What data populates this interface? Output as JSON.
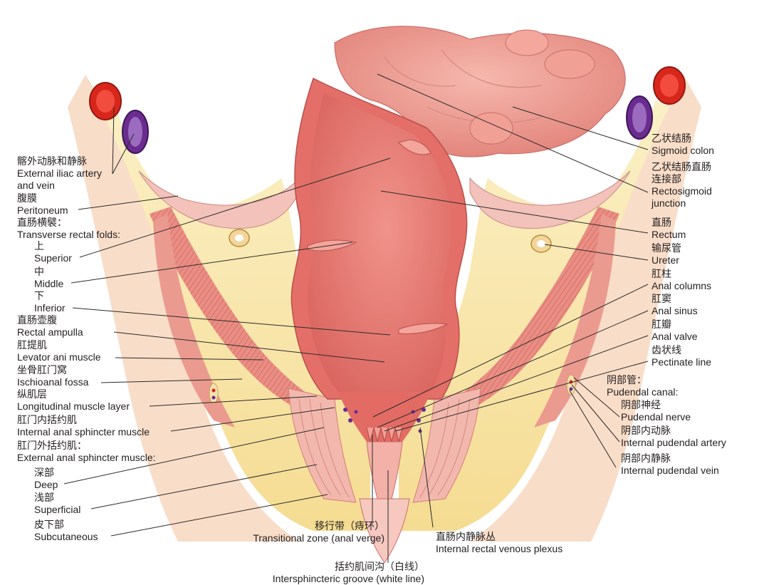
{
  "colors": {
    "tissue": "#e8847f",
    "tissue_dark": "#d9655f",
    "tissue_light": "#f4b1a6",
    "fat": "#f7e6a8",
    "fat_light": "#fbf1c9",
    "artery": "#d9261c",
    "vein": "#6a2c8e",
    "leader": "#2b2b2b"
  },
  "labels": {
    "l01": {
      "zh": "髂外动脉和静脉",
      "en": "External iliac artery",
      "en2": "and vein"
    },
    "l02": {
      "zh": "腹膜",
      "en": "Peritoneum"
    },
    "l03": {
      "zh": "直肠横襞：",
      "en": "Transverse rectal folds:"
    },
    "l04": {
      "zh": "上",
      "en": "Superior"
    },
    "l05": {
      "zh": "中",
      "en": "Middle"
    },
    "l06": {
      "zh": "下",
      "en": "Inferior"
    },
    "l07": {
      "zh": "直肠壶腹",
      "en": "Rectal ampulla"
    },
    "l08": {
      "zh": "肛提肌",
      "en": "Levator ani muscle"
    },
    "l09": {
      "zh": "坐骨肛门窝",
      "en": "Ischioanal fossa"
    },
    "l10": {
      "zh": "纵肌层",
      "en": "Longitudinal muscle layer"
    },
    "l11": {
      "zh": "肛门内括约肌",
      "en": "Internal anal sphincter muscle"
    },
    "l12": {
      "zh": "肛门外括约肌：",
      "en": "External anal sphincter muscle:"
    },
    "l13": {
      "zh": "深部",
      "en": "Deep"
    },
    "l14": {
      "zh": "浅部",
      "en": "Superficial"
    },
    "l15": {
      "zh": "皮下部",
      "en": "Subcutaneous"
    },
    "r01": {
      "zh": "乙状结肠",
      "en": "Sigmoid colon"
    },
    "r02": {
      "zh": "乙状结肠直肠",
      "zh2": "连接部",
      "en": "Rectosigmoid",
      "en2": "junction"
    },
    "r03": {
      "zh": "直肠",
      "en": "Rectum"
    },
    "r04": {
      "zh": "输尿管",
      "en": "Ureter"
    },
    "r05": {
      "zh": "肛柱",
      "en": "Anal columns"
    },
    "r06": {
      "zh": "肛窦",
      "en": "Anal sinus"
    },
    "r07": {
      "zh": "肛瓣",
      "en": "Anal valve"
    },
    "r08": {
      "zh": "齿状线",
      "en": "Pectinate line"
    },
    "r09": {
      "zh": "阴部管：",
      "en": "Pudendal canal:"
    },
    "r10": {
      "zh": "阴部神经",
      "en": "Pudendal nerve"
    },
    "r11": {
      "zh": "阴部内动脉",
      "en": "Internal pudendal artery"
    },
    "r12": {
      "zh": "阴部内静脉",
      "en": "Internal pudendal vein"
    },
    "b01": {
      "zh": "移行带（痔环）",
      "en": "Transitional zone (anal verge)"
    },
    "b02": {
      "zh": "直肠内静脉丛",
      "en": "Internal rectal venous plexus"
    },
    "b03": {
      "zh": "括约肌间沟（白线）",
      "en": "Intersphincteric groove (white line)"
    }
  }
}
